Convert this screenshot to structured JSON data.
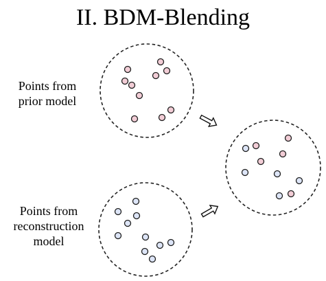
{
  "title": "II. BDM-Blending",
  "labels": {
    "prior": [
      "Points from",
      "prior model"
    ],
    "reconstruction": [
      "Points from",
      "reconstruction",
      "model"
    ]
  },
  "colors": {
    "prior_fill": "#f2cdd6",
    "reconstruction_fill": "#dde5f7",
    "point_stroke": "#1c1c1c",
    "circle_stroke": "#222222"
  },
  "icons": {
    "arrow": "hollow-arrow-icon"
  }
}
